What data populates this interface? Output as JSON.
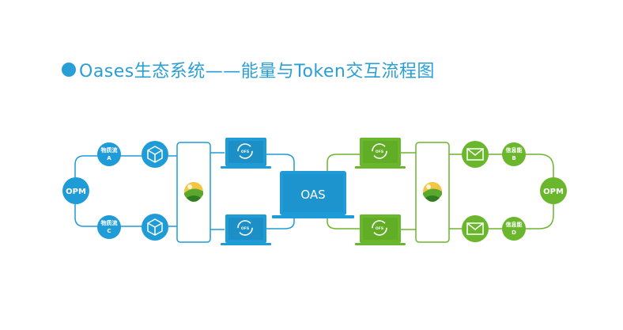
{
  "title": "Oases生态系统——能量与Token交互流程图",
  "colors": {
    "blue": "#1f9bd7",
    "green": "#6ab62c",
    "title": "#2a9fd6"
  },
  "diagram": {
    "center_label": "OAS",
    "left": {
      "opm_label": "OPM",
      "node_a_line1": "物质流",
      "node_a_line2": "A",
      "node_c_line1": "物质流",
      "node_c_line2": "C",
      "cube_icon": "cube-icon",
      "laptop_top_badge": "OFS",
      "laptop_bottom_badge": "OFS"
    },
    "right": {
      "opm_label": "OPM",
      "node_b_line1": "信息能",
      "node_b_line2": "B",
      "node_d_line1": "信息能",
      "node_d_line2": "D",
      "mail_icon": "envelope-icon",
      "laptop_top_badge": "OFS",
      "laptop_bottom_badge": "OFS"
    },
    "logo_icon": "oases-logo-icon"
  }
}
